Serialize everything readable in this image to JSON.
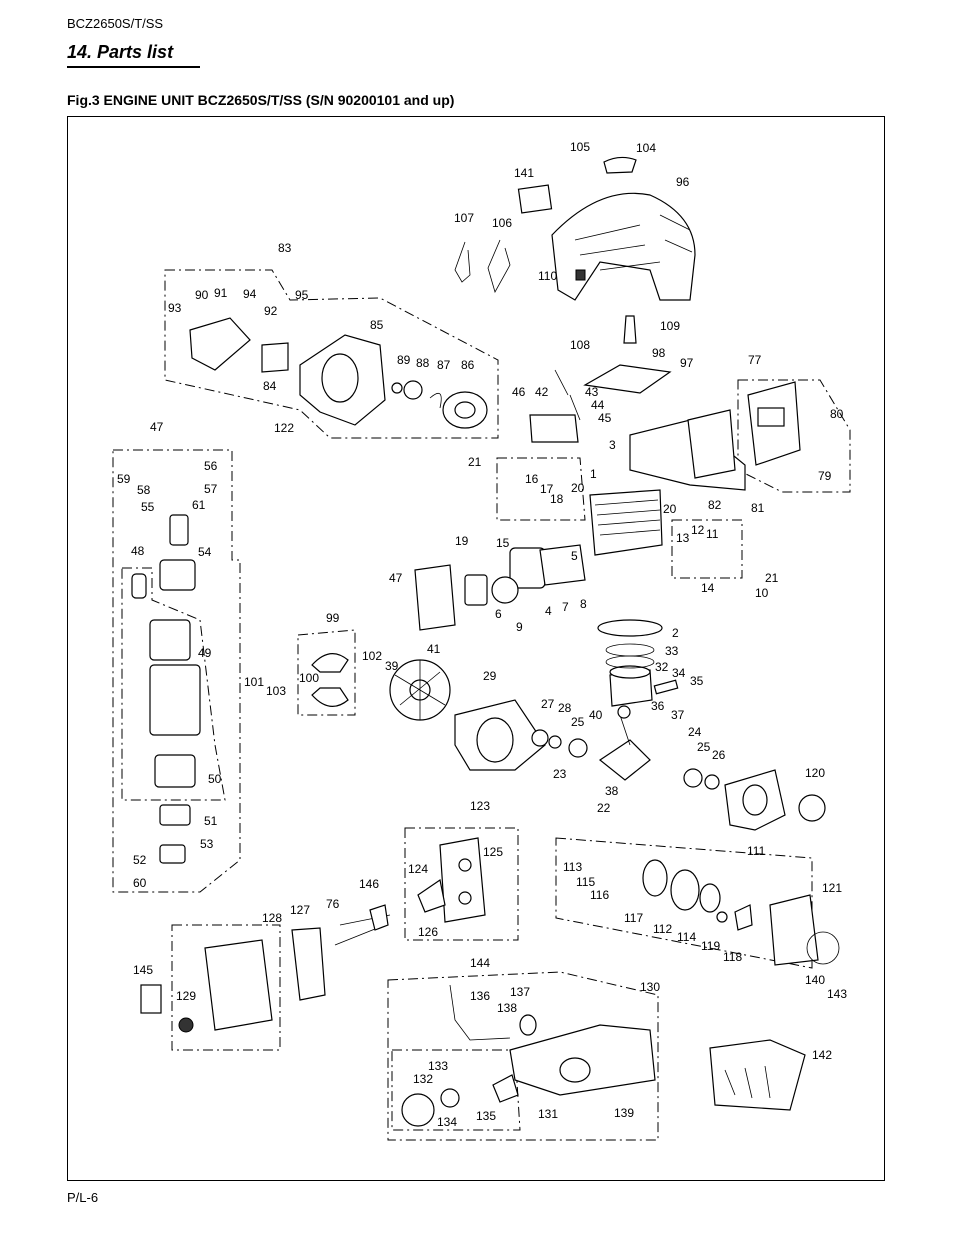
{
  "header": {
    "model": "BCZ2650S/T/SS",
    "section_title": "14. Parts list",
    "figure_title": "Fig.3 ENGINE UNIT  BCZ2650S/T/SS (S/N 90200101  and up)"
  },
  "footer": {
    "page": "P/L-6"
  },
  "part_labels": {
    "p1": "1",
    "p2": "2",
    "p3": "3",
    "p4": "4",
    "p5": "5",
    "p6": "6",
    "p7": "7",
    "p8": "8",
    "p9": "9",
    "p10": "10",
    "p11": "11",
    "p12": "12",
    "p13": "13",
    "p14": "14",
    "p15": "15",
    "p16": "16",
    "p17": "17",
    "p18": "18",
    "p19": "19",
    "p20a": "20",
    "p20b": "20",
    "p21a": "21",
    "p21b": "21",
    "p22": "22",
    "p23": "23",
    "p24": "24",
    "p25a": "25",
    "p25b": "25",
    "p26": "26",
    "p27": "27",
    "p28": "28",
    "p29": "29",
    "p32": "32",
    "p33": "33",
    "p34": "34",
    "p35": "35",
    "p36": "36",
    "p37": "37",
    "p38": "38",
    "p39": "39",
    "p40": "40",
    "p41": "41",
    "p42": "42",
    "p43": "43",
    "p44": "44",
    "p45": "45",
    "p46": "46",
    "p47a": "47",
    "p47b": "47",
    "p48": "48",
    "p49": "49",
    "p50": "50",
    "p51": "51",
    "p52": "52",
    "p53": "53",
    "p54": "54",
    "p55": "55",
    "p56": "56",
    "p57": "57",
    "p58": "58",
    "p59": "59",
    "p60": "60",
    "p61": "61",
    "p76": "76",
    "p77": "77",
    "p79": "79",
    "p80": "80",
    "p81": "81",
    "p82": "82",
    "p83": "83",
    "p84": "84",
    "p85": "85",
    "p86": "86",
    "p87": "87",
    "p88": "88",
    "p89": "89",
    "p90": "90",
    "p91": "91",
    "p92": "92",
    "p93": "93",
    "p94": "94",
    "p95": "95",
    "p96": "96",
    "p97": "97",
    "p98": "98",
    "p99": "99",
    "p100": "100",
    "p101": "101",
    "p102": "102",
    "p103": "103",
    "p104": "104",
    "p105": "105",
    "p106": "106",
    "p107": "107",
    "p108": "108",
    "p109": "109",
    "p110": "110",
    "p111": "111",
    "p112": "112",
    "p113": "113",
    "p114": "114",
    "p115": "115",
    "p116": "116",
    "p117": "117",
    "p118": "118",
    "p119": "119",
    "p120": "120",
    "p121": "121",
    "p122": "122",
    "p123": "123",
    "p124": "124",
    "p125": "125",
    "p126": "126",
    "p127": "127",
    "p128": "128",
    "p129": "129",
    "p130": "130",
    "p131": "131",
    "p132": "132",
    "p133": "133",
    "p134": "134",
    "p135": "135",
    "p136": "136",
    "p137": "137",
    "p138": "138",
    "p139": "139",
    "p140": "140",
    "p141": "141",
    "p142": "142",
    "p143": "143",
    "p144": "144",
    "p145": "145",
    "p146": "146"
  }
}
